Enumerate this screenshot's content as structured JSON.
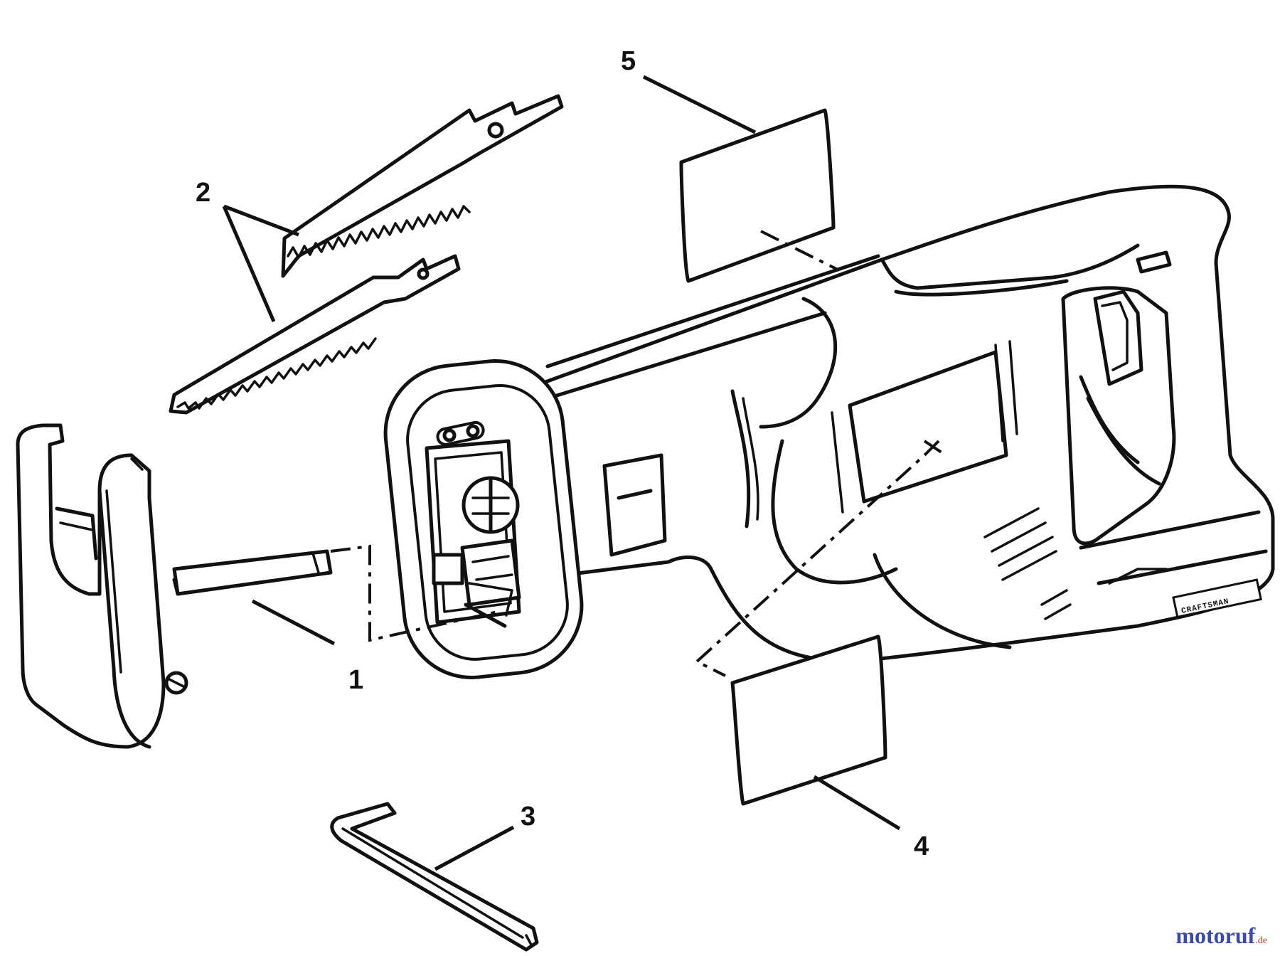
{
  "callouts": [
    {
      "id": "1",
      "label": "1"
    },
    {
      "id": "2",
      "label": "2"
    },
    {
      "id": "3",
      "label": "3"
    },
    {
      "id": "4",
      "label": "4"
    },
    {
      "id": "5",
      "label": "5"
    }
  ],
  "brand_on_tool": "CRAFTSMAN",
  "watermark": {
    "name": "motoruf",
    "tld": ".de"
  },
  "colors": {
    "line": "#111111",
    "background": "#ffffff",
    "watermark": "#3a4aa8",
    "watermark_tld": "#c0392b"
  }
}
